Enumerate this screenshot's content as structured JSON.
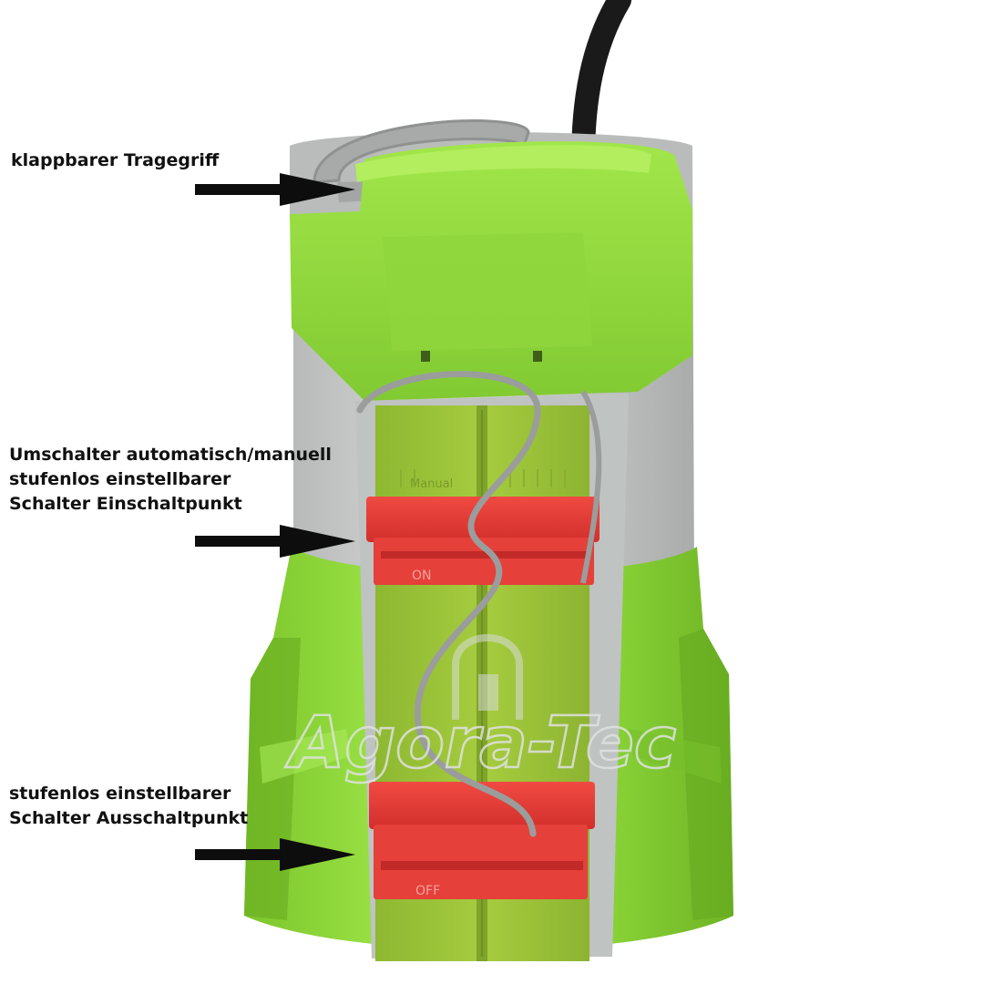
{
  "labels": {
    "handle": "klappbarer Tragegriff",
    "switch_line1": "Umschalter automatisch/manuell",
    "switch_line2": "stufenlos einstellbarer",
    "switch_line3": "Schalter Einschaltpunkt",
    "off_line1": "stufenlos einstellbarer",
    "off_line2": "Schalter Ausschaltpunkt"
  },
  "product_marks": {
    "on": "ON",
    "off": "OFF",
    "manual": "Manual",
    "watermark": "Agora-Tec"
  },
  "colors": {
    "housing_green": "#8fd93a",
    "housing_gray": "#c6c9c8",
    "slider_red": "#e63a36",
    "cable": "#1a1a1a",
    "arrow": "#0d0d0d"
  }
}
